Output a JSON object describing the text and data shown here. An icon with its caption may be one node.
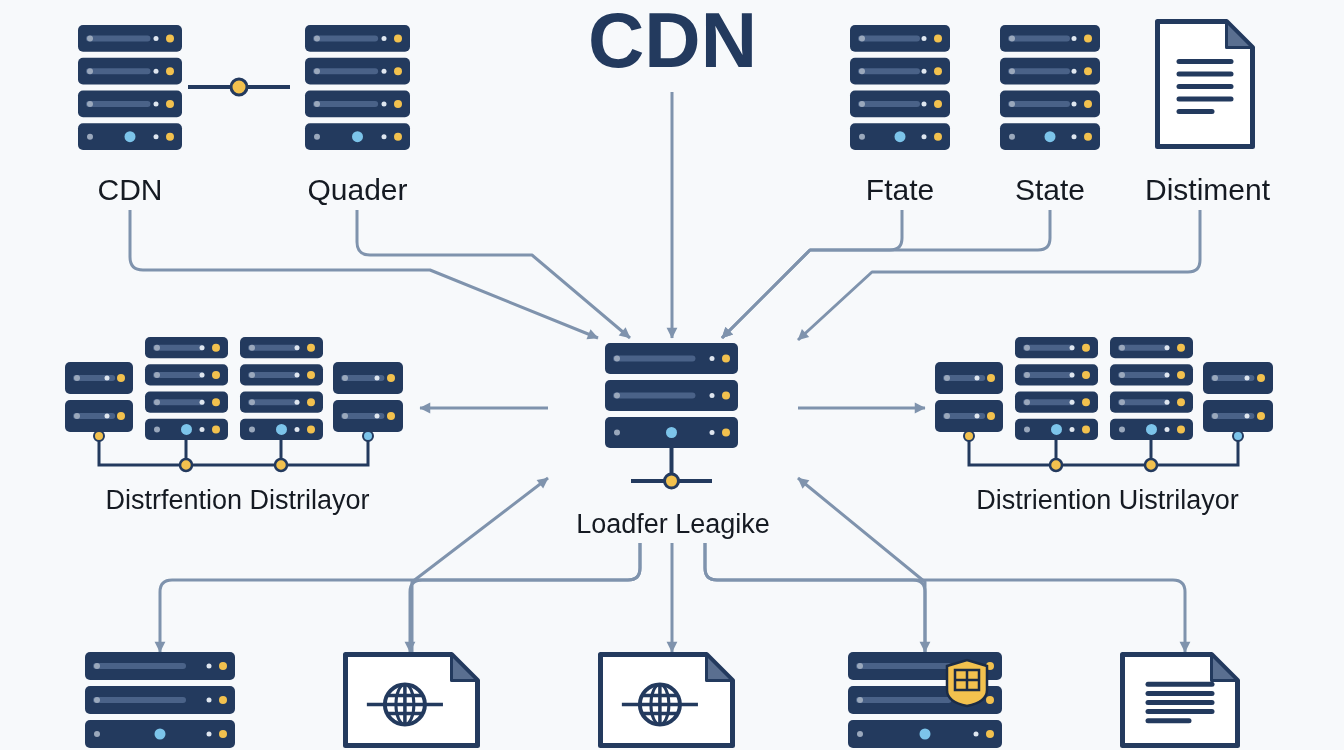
{
  "diagram": {
    "nodes": [
      {
        "text": [
          "CDN"
        ]
      },
      {
        "text": [
          "CDN"
        ]
      },
      {
        "text": [
          "Quader"
        ]
      },
      {
        "text": [
          "Ftate"
        ]
      },
      {
        "text": [
          "State"
        ]
      },
      {
        "text": [
          "Distiment"
        ]
      },
      {
        "text": [
          "Loadfer Leagike"
        ]
      },
      {
        "text": [
          "Distrfention Distrilayor"
        ]
      },
      {
        "text": [
          "Distriention Uistrilayor"
        ]
      },
      {
        "text": [],
        "shape": "server"
      },
      {
        "text": [],
        "shape": "document"
      },
      {
        "text": [],
        "shape": "document"
      },
      {
        "text": [],
        "shape": "server"
      },
      {
        "text": [],
        "shape": "document"
      }
    ],
    "edges": [
      {
        "from": 1,
        "to": 2,
        "arrow": "none",
        "color": "#233a5e"
      },
      {
        "from": 1,
        "to": 6,
        "arrow": "to"
      },
      {
        "from": 2,
        "to": 6,
        "arrow": "to"
      },
      {
        "from": 0,
        "to": 6,
        "arrow": "to"
      },
      {
        "from": 3,
        "to": 6,
        "arrow": "to"
      },
      {
        "from": 4,
        "to": 6,
        "arrow": "to"
      },
      {
        "from": 5,
        "to": 6,
        "arrow": "to"
      },
      {
        "from": 6,
        "to": 7,
        "arrow": "to"
      },
      {
        "from": 6,
        "to": 8,
        "arrow": "to"
      },
      {
        "from": 6,
        "to": 9,
        "arrow": "to"
      },
      {
        "from": 6,
        "to": 10,
        "arrow": "to"
      },
      {
        "from": 6,
        "to": 11,
        "arrow": "to"
      },
      {
        "from": 6,
        "to": 12,
        "arrow": "to"
      },
      {
        "from": 6,
        "to": 13,
        "arrow": "to"
      },
      {
        "from": 10,
        "to": 6,
        "arrow": "to"
      },
      {
        "from": 12,
        "to": 6,
        "arrow": "to"
      }
    ]
  }
}
